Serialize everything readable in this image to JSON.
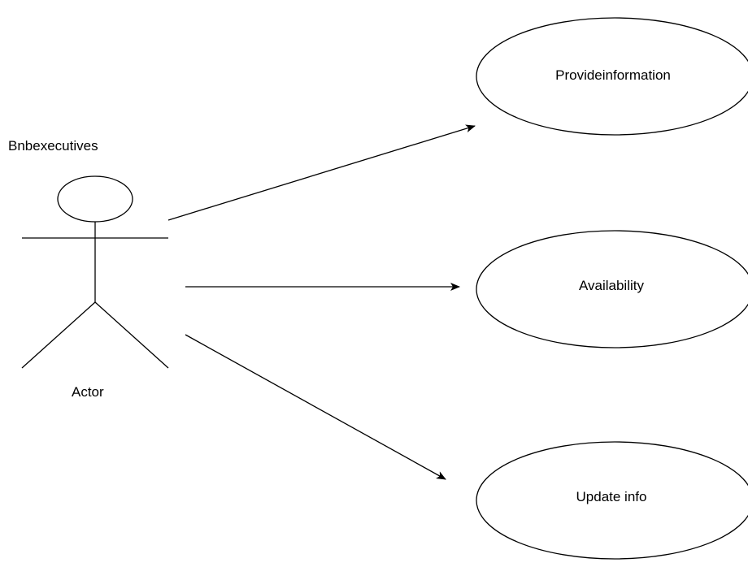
{
  "diagram": {
    "title": "Bnbexecutives",
    "actor": {
      "name": "Actor"
    },
    "use_cases": [
      {
        "label": "Provideinformation"
      },
      {
        "label": "Availability"
      },
      {
        "label": "Update info"
      }
    ]
  }
}
